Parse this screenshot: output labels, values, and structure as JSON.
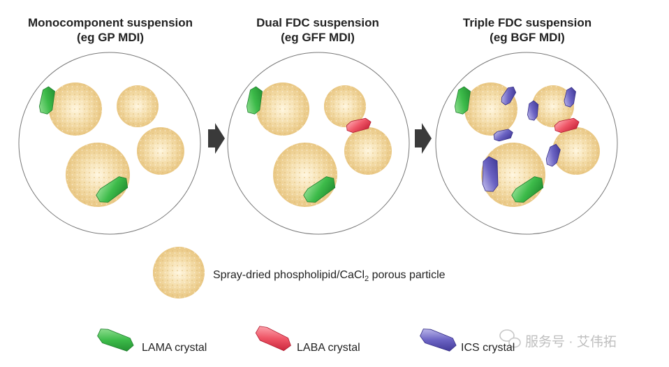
{
  "panels": [
    {
      "title_line1": "Monocomponent suspension",
      "title_line2": "(eg GP MDI)"
    },
    {
      "title_line1": "Dual FDC suspension",
      "title_line2": "(eg GFF MDI)"
    },
    {
      "title_line1": "Triple FDC suspension",
      "title_line2": "(eg BGF MDI)"
    }
  ],
  "legend": {
    "particle_label_main": "Spray-dried phospholipid/CaCl",
    "particle_label_sub": "2",
    "particle_label_tail": " porous particle",
    "lama_label": "LAMA crystal",
    "laba_label": "LABA crystal",
    "ics_label": "ICS crystal"
  },
  "watermark": {
    "text": "服务号 · 艾伟拓",
    "icon": "wechat-icon"
  },
  "colors": {
    "lama": "#3dbb4a",
    "laba": "#e8455a",
    "ics": "#5a52b0",
    "particle": "#f2d9a0",
    "arrow": "#3a3a3a",
    "circle_stroke": "#777777"
  }
}
